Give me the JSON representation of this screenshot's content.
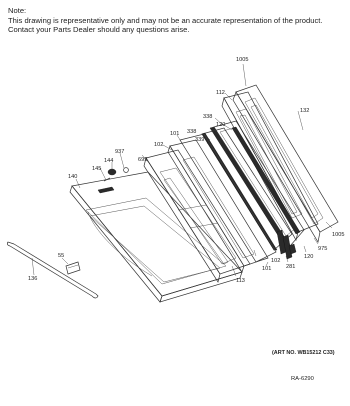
{
  "note": {
    "heading": "Note:",
    "line1": "This drawing is representative only and may not be an accurate representation of the product.",
    "line2": "Contact your Parts Dealer should any questions arise."
  },
  "callouts": {
    "c1005a": "1005",
    "c112": "112",
    "c132": "132",
    "c338a": "338",
    "c120a": "120",
    "c338b": "338",
    "c339": "339",
    "c101a": "101",
    "c102a": "102",
    "c937": "937",
    "c699": "699",
    "c144": "144",
    "c145": "145",
    "c140": "140",
    "c975": "975",
    "c1005b": "1005",
    "c120b": "120",
    "c281": "281",
    "c101b": "101",
    "c102b": "102",
    "c113": "113",
    "c55": "55",
    "c136": "136"
  },
  "art_number": "(ART NO. WB15212 C33)",
  "ra_code": "RA-6290"
}
